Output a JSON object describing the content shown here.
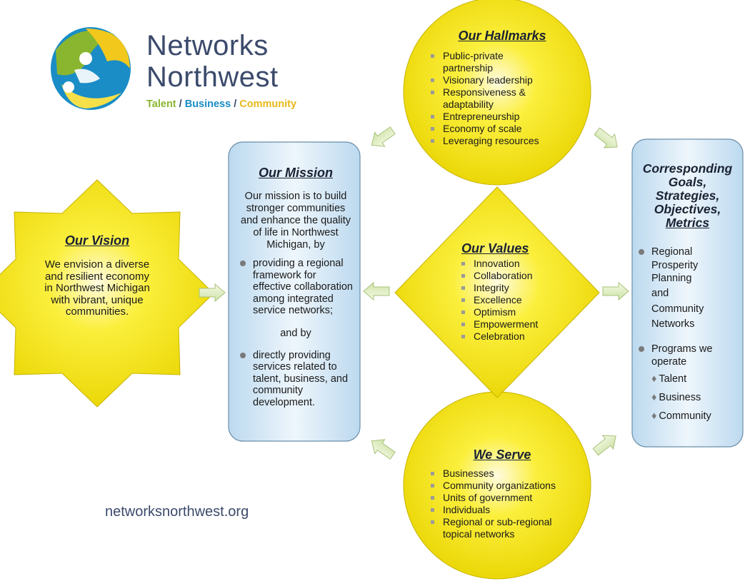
{
  "logo": {
    "line1": "Networks",
    "line2": "Northwest",
    "tagline": {
      "talent": "Talent",
      "business": "Business",
      "community": "Community",
      "sep": "/"
    }
  },
  "vision": {
    "heading": "Our Vision",
    "text": "We envision a diverse and resilient economy in Northwest Michigan with vibrant, unique communities."
  },
  "mission": {
    "heading": "Our Mission",
    "intro": "Our mission is to build stronger communities and enhance the quality of life in Northwest Michigan, by",
    "bullet1": "providing a regional framework for effective collaboration among integrated service networks;",
    "and_by": "and by",
    "bullet2": "directly providing services related to talent, business, and community development."
  },
  "hallmarks": {
    "heading": "Our Hallmarks",
    "items": [
      "Public-private partnership",
      "Visionary leadership",
      "Responsiveness & adaptability",
      "Entrepreneurship",
      "Economy of scale",
      "Leveraging resources"
    ]
  },
  "values": {
    "heading": "Our Values",
    "items": [
      "Innovation",
      "Collaboration",
      "Integrity",
      "Excellence",
      "Optimism",
      "Empowerment",
      "Celebration"
    ]
  },
  "serve": {
    "heading": "We Serve",
    "items": [
      "Businesses",
      "Community organizations",
      "Units of government",
      "Individuals",
      "Regional or sub-regional topical networks"
    ]
  },
  "goals": {
    "heading_line1": "Corresponding",
    "heading_line2": "Goals,",
    "heading_line3": "Strategies,",
    "heading_line4": "Objectives,",
    "heading_line5": "Metrics",
    "bullet1_a": "Regional Prosperity Planning",
    "bullet1_b": "and",
    "bullet1_c": "Community Networks",
    "bullet2": "Programs we operate",
    "programs": [
      "Talent",
      "Business",
      "Community"
    ]
  },
  "url": "networksnorthwest.org",
  "colors": {
    "yellow": "#f7e60f",
    "blue_box": "#cfe3f3",
    "arrow": "#e6f2c8",
    "text_dark": "#3b4a6b"
  }
}
